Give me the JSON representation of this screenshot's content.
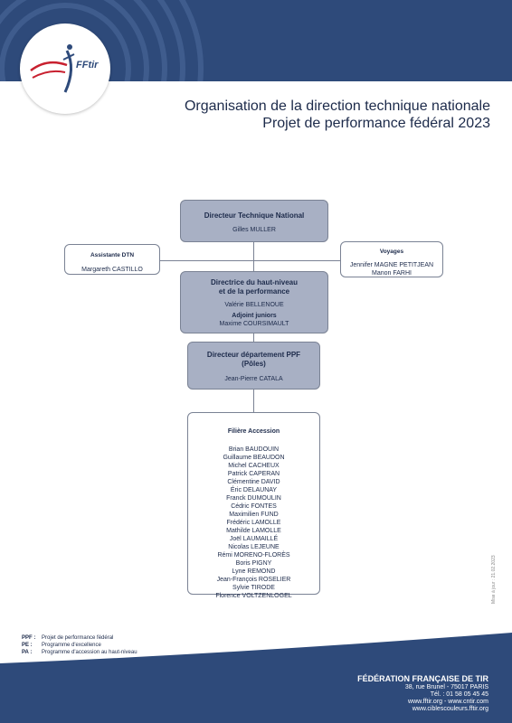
{
  "header": {
    "logo_text": "FFtir",
    "title_line1": "Organisation de la direction technique nationale",
    "title_line2": "Projet de performance fédéral 2023"
  },
  "org": {
    "dtn": {
      "title": "Directeur Technique National",
      "name": "Gilles MULLER"
    },
    "assistante": {
      "title": "Assistante DTN",
      "name": "Margareth CASTILLO"
    },
    "voyages": {
      "title": "Voyages",
      "names": [
        "Jennifer MAGNE PETITJEAN",
        "Manon FARHI"
      ]
    },
    "haut_niveau": {
      "title_line1": "Directrice du haut-niveau",
      "title_line2": "et de la performance",
      "name": "Valérie BELLENOUE",
      "sub_title": "Adjoint juniors",
      "sub_name": "Maxime COURSIMAULT"
    },
    "ppf": {
      "title_line1": "Directeur département PPF",
      "title_line2": "(Pôles)",
      "name": "Jean-Pierre CATALA"
    },
    "filiere": {
      "title": "Filière Accession",
      "members": [
        "Brian BAUDOUIN",
        "Guillaume BEAUDON",
        "Michel CACHEUX",
        "Patrick CAPERAN",
        "Clémentine DAVID",
        "Éric DELAUNAY",
        "Franck DUMOULIN",
        "Cédric FONTES",
        "Maximilien FUND",
        "Frédéric LAMOLLE",
        "Mathilde LAMOLLE",
        "Joël LAUMAILLÉ",
        "Nicolas LEJEUNE",
        "Rémi MORENO-FLORÈS",
        "Boris PIGNY",
        "Lyne REMOND",
        "Jean-François ROSELIER",
        "Sylvie TIRODE",
        "Florence VOLTZENLOGEL"
      ]
    }
  },
  "legend": [
    {
      "abbr": "PPF :",
      "text": "Projet de performance fédéral"
    },
    {
      "abbr": "PE :",
      "text": "Programme d'excellence"
    },
    {
      "abbr": "PA :",
      "text": "Programme d'accession au haut-niveau"
    }
  ],
  "side_date": "Mise à jour : 21.02.2023",
  "footer": {
    "org": "FÉDÉRATION FRANÇAISE DE TIR",
    "address": "38, rue Brunel - 75017 PARIS",
    "phone": "Tél. : 01 58 05 45 45",
    "web1": "www.fftir.org - www.cntir.com",
    "web2": "www.ciblescouleurs.fftir.org"
  },
  "colors": {
    "navy": "#2e4a7a",
    "box_fill": "#a8b0c4",
    "border": "#7a8294",
    "red": "#c8202f"
  }
}
